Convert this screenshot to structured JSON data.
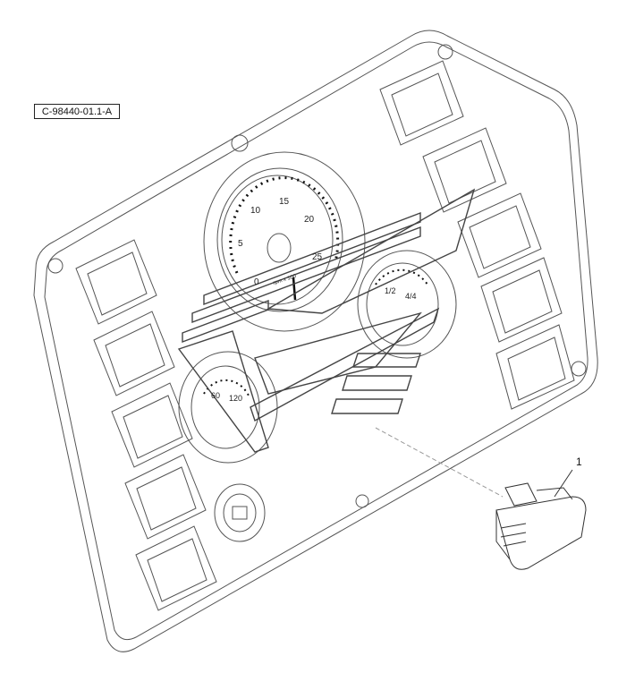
{
  "diagram": {
    "reference_code": "C-98440-01.1-A",
    "callout_label": "1",
    "tachometer": {
      "scale_labels": [
        "0",
        "5",
        "10",
        "15",
        "20",
        "25"
      ],
      "unit_label": "rpm x 100"
    },
    "fuel_gauge": {
      "scale_labels": [
        "1/2",
        "4/4"
      ]
    },
    "temp_gauge": {
      "scale_labels": [
        "60",
        "120"
      ]
    }
  }
}
